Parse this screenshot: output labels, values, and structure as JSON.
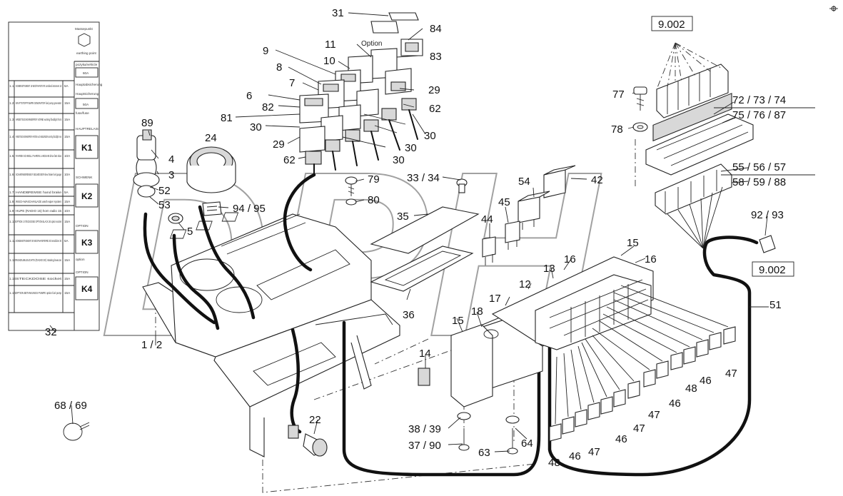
{
  "watermark": "DPH",
  "callouts": {
    "c31": "31",
    "c84": "84",
    "c_option": "Option",
    "c83": "83",
    "c11": "11",
    "c10": "10",
    "c9": "9",
    "c8": "8",
    "c7": "7",
    "c6": "6",
    "c82": "82",
    "c81": "81",
    "c30a": "30",
    "c29a": "29",
    "c62a": "62",
    "c29b": "29",
    "c62b": "62",
    "c30b": "30",
    "c30c": "30",
    "c30d": "30",
    "c89": "89",
    "c4": "4",
    "c3": "3",
    "c52": "52",
    "c53": "53",
    "c5": "5",
    "c24": "24",
    "c94_95": "94 / 95",
    "c79": "79",
    "c80": "80",
    "c33_34": "33 / 34",
    "c35": "35",
    "c36": "36",
    "c54": "54",
    "c42": "42",
    "c45": "45",
    "c44": "44",
    "c9002a": "9.002",
    "c77": "77",
    "c78": "78",
    "c72_74": "72 / 73 / 74",
    "c75_87": "75 / 76 / 87",
    "c55_57": "55 / 56 / 57",
    "c58_88": "58 / 59 / 88",
    "c92_93": "92 / 93",
    "c9002b": "9.002",
    "c51": "51",
    "c15a": "15",
    "c16a": "16",
    "c16b": "16",
    "c13": "13",
    "c12": "12",
    "c17": "17",
    "c18": "18",
    "c15b": "15",
    "c14": "14",
    "c1_2": "1 / 2",
    "c32": "32",
    "c68_69": "68 / 69",
    "c22": "22",
    "c38_39": "38 / 39",
    "c37_90": "37 / 90",
    "c63": "63",
    "c64": "64",
    "c47a": "47",
    "c46a": "46",
    "c48a": "48",
    "c47b": "47",
    "c46b": "46",
    "c47c": "47",
    "c46c": "46",
    "c47d": "47",
    "c46d": "46",
    "c48b": "48"
  },
  "legend": {
    "header_en": "Massepunkt",
    "header_sub": "earthing point",
    "right_cells": [
      {
        "top": "pozyka/vehicle",
        "box": "60A"
      },
      {
        "top": "Hauptabsicherung",
        "box": ""
      },
      {
        "top": "Hauptsicherung",
        "box": "50A"
      },
      {
        "top": "fuse/fuse",
        "box": ""
      },
      {
        "top": "HAUPTRELAIS",
        "box": "K1"
      },
      {
        "top": "",
        "box": ""
      },
      {
        "top": "SCHWENK",
        "box": "K2"
      },
      {
        "top": "",
        "box": ""
      },
      {
        "top": "OPTION",
        "box": "K3"
      },
      {
        "top": "option",
        "box": ""
      },
      {
        "top": "OPTION",
        "box": "K4"
      }
    ],
    "rows": [
      {
        "num": "1.1",
        "text": "KOMBIINSTRUMENT 15 WEG/FAHRSTUFE combined instrument 15",
        "amp": "5A"
      },
      {
        "num": "1.2",
        "text": "KRAFTSTOFFPUMPE GENERATOR fuel pump generator",
        "amp": "15A"
      },
      {
        "num": "1.3",
        "text": "ARBEITSSCHEINWERFER VORNE working floodlight front",
        "amp": "15A"
      },
      {
        "num": "1.4",
        "text": "ARBEITSSCHEINWERFER HINTEN und ABBLENDEN working floodlight rear",
        "amp": "15A"
      },
      {
        "num": "1.5",
        "text": "FAHREN SCHNELL FAHREN LANGSAM drive fast slow",
        "amp": "10A"
      },
      {
        "num": "1.6",
        "text": "SCHWENKBREMSE FUELMESSER slew brake fuel gauge",
        "amp": "10A"
      },
      {
        "num": "1.7",
        "text": "HANDBREMSE hand brake",
        "amp": "5A"
      },
      {
        "num": "1.8",
        "text": "WISCH-WASCHANLAGE wash wiper system",
        "amp": "15A"
      },
      {
        "num": "1.9",
        "text": "HUPE (RADIO 15) horn radio 15",
        "amp": "10A"
      },
      {
        "num": "1.10",
        "text": "OPTION 2 STECKDOSE OPTION BLACK 30 option socket",
        "amp": "15A"
      },
      {
        "num": "1.11",
        "text": "KOMBIINSTRUMENT 30 WEGFAHRSPERRE 30 immobilizer 30",
        "amp": "5A"
      },
      {
        "num": "1.12",
        "text": "RUNDUMLEUCHTE (RADIO 30) rotating beacon",
        "amp": "15A"
      },
      {
        "num": "1.13",
        "text": "STECKDOSE socket",
        "amp": "15A"
      },
      {
        "num": "1.14",
        "text": "OPTION BETANKUNGS-PUMPE option fuel pump",
        "amp": "15A"
      }
    ]
  }
}
